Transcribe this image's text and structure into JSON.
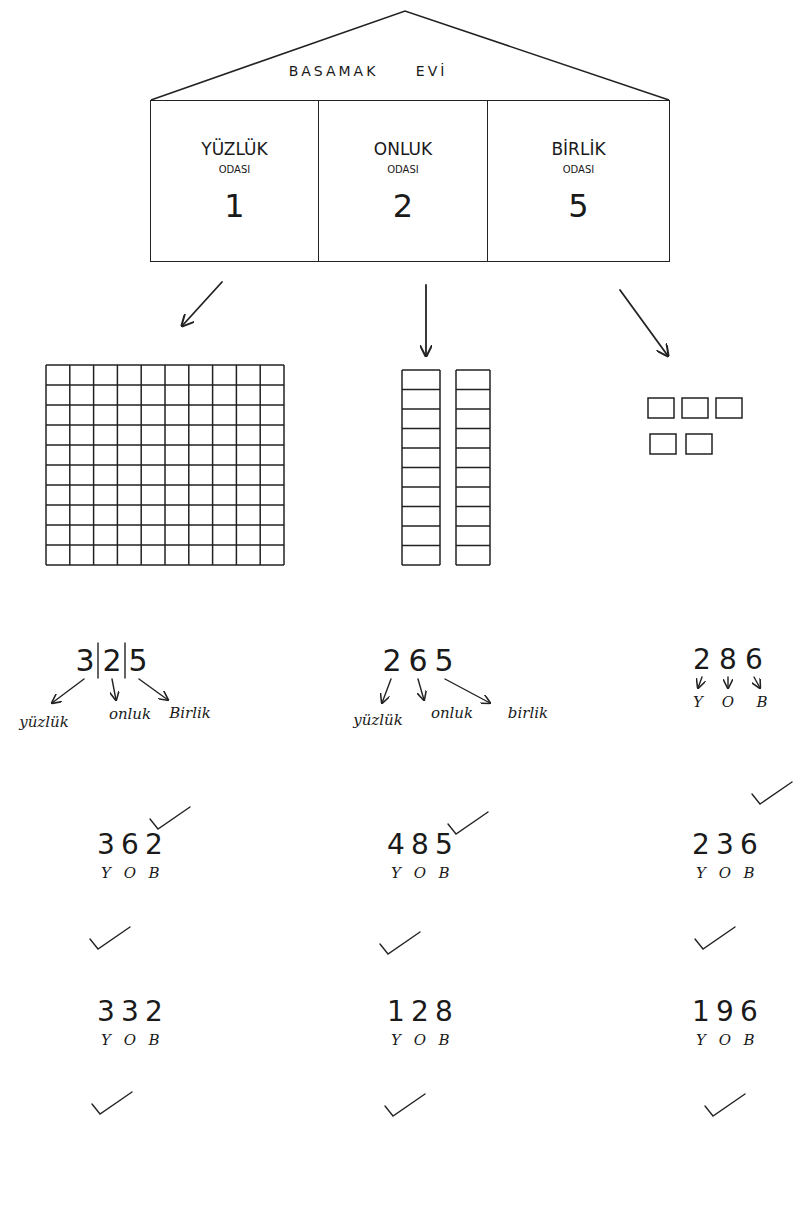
{
  "diagram": {
    "nodes": [
      {
        "text": [
          "BASAMAK EVİ"
        ]
      },
      {
        "text": [
          "YÜZLÜK",
          "ODASI",
          "1"
        ],
        "in": 0
      },
      {
        "text": [
          "ONLUK",
          "ODASI",
          "2"
        ],
        "in": 0
      },
      {
        "text": [
          "BİRLİK",
          "ODASI",
          "5"
        ],
        "in": 0
      }
    ],
    "edges": [],
    "labels": [
      "3",
      "2",
      "5",
      "yüzlük",
      "onluk",
      "Birlik",
      "2",
      "6",
      "5",
      "yüzlük",
      "onluk",
      "birlik",
      "2",
      "8",
      "6",
      "Y",
      "O",
      "B",
      "3",
      "6",
      "2",
      "Y",
      "O",
      "B",
      "4",
      "8",
      "5",
      "Y",
      "O",
      "B",
      "2",
      "3",
      "6",
      "Y",
      "O",
      "B",
      "3",
      "3",
      "2",
      "Y",
      "O",
      "B",
      "1",
      "2",
      "8",
      "Y",
      "O",
      "B",
      "1",
      "9",
      "6",
      "Y",
      "O",
      "B"
    ]
  }
}
